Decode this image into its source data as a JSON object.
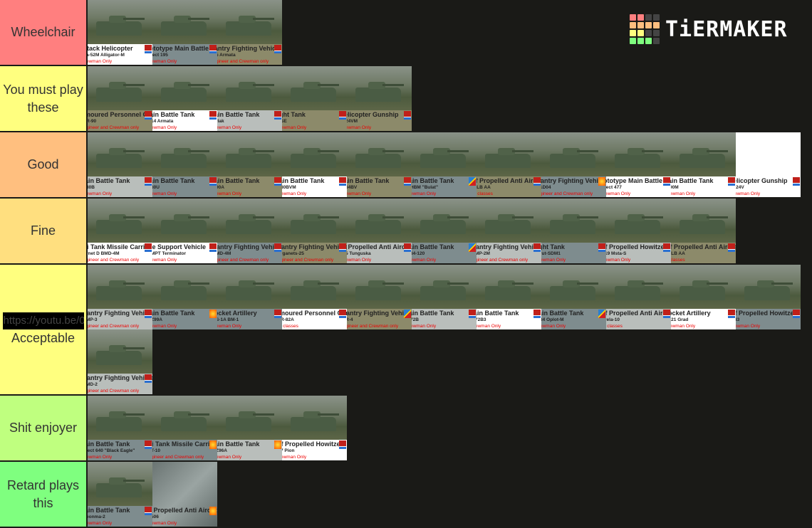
{
  "logo": {
    "text": "TiERMAKER",
    "grid_colors": [
      "#ff7f7f",
      "#ff7f7f",
      "#444",
      "#444",
      "#ffbf7f",
      "#ffbf7f",
      "#ffbf7f",
      "#ffbf7f",
      "#ffff7f",
      "#ffff7f",
      "#444",
      "#444",
      "#7fff7f",
      "#7fff7f",
      "#7fff7f",
      "#444"
    ]
  },
  "tiers": [
    {
      "label": "Wheelchair",
      "color": "#ff7f7f",
      "items": [
        {
          "cls": "ttack Helicopter",
          "name": "a-52M Alligator-M",
          "req": "ewman Only",
          "bg": "white",
          "flag": "red"
        },
        {
          "cls": "ototype Main Battle Tank",
          "name": "ject 195",
          "req": "ewman Only",
          "bg": "slate",
          "flag": "red"
        },
        {
          "cls": "antry Fighting Vehicle",
          "name": "5 Armata",
          "req": "gineer and Crewman only",
          "bg": "olive",
          "flag": "red"
        }
      ]
    },
    {
      "label": "You must play these",
      "color": "#ffff7f",
      "items": [
        {
          "cls": "moured Personnel Carrier",
          "name": "R-90",
          "req": "gineer and Crewman only",
          "bg": "olive",
          "flag": "red"
        },
        {
          "cls": "ain Battle Tank",
          "name": "14 Armata",
          "req": "ewman Only",
          "bg": "white",
          "flag": "red"
        },
        {
          "cls": "ain Battle Tank",
          "name": "rlak",
          "req": "ewman Only",
          "bg": "",
          "flag": "red"
        },
        {
          "cls": "ght Tank",
          "name": "SE",
          "req": "ewman Only",
          "bg": "olive",
          "flag": "red"
        },
        {
          "cls": "elicopter Gunship",
          "name": "24VM",
          "req": "ewman Only",
          "bg": "olive",
          "flag": "red"
        }
      ]
    },
    {
      "label": "Good",
      "color": "#ffbf7f",
      "items": [
        {
          "cls": "ain Battle Tank",
          "name": "80B",
          "req": "ewman Only",
          "bg": "",
          "flag": "red"
        },
        {
          "cls": "ain Battle Tank",
          "name": "80U",
          "req": "ewman Only",
          "bg": "slate",
          "flag": "red"
        },
        {
          "cls": "ain Battle Tank",
          "name": "90A",
          "req": "ewman Only",
          "bg": "olive",
          "flag": "red"
        },
        {
          "cls": "ain Battle Tank",
          "name": "80BVM",
          "req": "ewman Only",
          "bg": "white",
          "flag": "red"
        },
        {
          "cls": "ain Battle Tank",
          "name": "64BV",
          "req": "ewman Only",
          "bg": "olive",
          "flag": "red"
        },
        {
          "cls": "ain Battle Tank",
          "name": "HBM \"Bulat\"",
          "req": "ewman Only",
          "bg": "slate",
          "flag": "diag"
        },
        {
          "cls": "lf Propelled Anti Aircraft",
          "name": "-LB AA",
          "req": "l classes",
          "bg": "olive",
          "flag": "red"
        },
        {
          "cls": "fantry Fighting Vehicle",
          "name": "1D04",
          "req": "gineer and Crewman only",
          "bg": "slate",
          "flag": "fire"
        },
        {
          "cls": "ototype Main Battle Tank",
          "name": "ject 477",
          "req": "ewman Only",
          "bg": "white",
          "flag": "red"
        },
        {
          "cls": "ain Battle Tank",
          "name": "90M",
          "req": "ewman Only",
          "bg": "white",
          "flag": "red"
        },
        {
          "cls": "elicopter Gunship",
          "name": "-24V",
          "req": "ewman Only",
          "bg": "white",
          "flag": "red",
          "blank": true
        }
      ]
    },
    {
      "label": "Fine",
      "color": "#ffdf7f",
      "items": [
        {
          "cls": "ti Tank Missile Carrier",
          "name": "rnet D BMD-4M",
          "req": "gineer and Crewman only",
          "bg": "white",
          "flag": "red"
        },
        {
          "cls": "re Support Vehicle",
          "name": "MPT Terminator",
          "req": "ewman Only",
          "bg": "white",
          "flag": "red"
        },
        {
          "cls": "fantry Fighting Vehicle",
          "name": "MD-4M",
          "req": "gineer and Crewman only",
          "bg": "slate",
          "flag": "red"
        },
        {
          "cls": "fantry Fighting Vehicle",
          "name": "rganets-25",
          "req": "gineer and Crewman only",
          "bg": "olive",
          "flag": "red"
        },
        {
          "cls": "f Propelled Anti Aircraft",
          "name": "5 Tunguska",
          "req": "ewman Only",
          "bg": "",
          "flag": "red"
        },
        {
          "cls": "ain Battle Tank",
          "name": "84-120",
          "req": "ewman Only",
          "bg": "slate",
          "flag": "diag"
        },
        {
          "cls": "fantry Fighting Vehicle",
          "name": "MP-2M",
          "req": "gineer and Crewman only",
          "bg": "",
          "flag": "red"
        },
        {
          "cls": "ght Tank",
          "name": "rut-SDM1",
          "req": "ewman Only",
          "bg": "slate",
          "flag": "red"
        },
        {
          "cls": "lf Propelled Howitzer",
          "name": "19 Msta-S",
          "req": "ewman Only",
          "bg": "",
          "flag": "red"
        },
        {
          "cls": "lf Propelled Anti Aircraft",
          "name": "-LB AA",
          "req": "classes",
          "bg": "olive",
          "flag": "red"
        }
      ]
    },
    {
      "label": "Acceptable",
      "link": "https://youtu.be/00uXEFv114c",
      "color": "#ffff7f",
      "items": [
        {
          "cls": "fantry Fighting Vehicle",
          "name": "MP-3",
          "req": "gineer and Crewman only",
          "bg": "",
          "flag": "red"
        },
        {
          "cls": "ain Battle Tank",
          "name": "Z99A",
          "req": "ewman Only",
          "bg": "slate",
          "flag": "fire"
        },
        {
          "cls": "ocket Artillery",
          "name": "S-1A BM-1",
          "req": "ewman Only",
          "bg": "slate",
          "flag": "red"
        },
        {
          "cls": "moured Personnel Carrier",
          "name": "R-82A",
          "req": "l classes",
          "bg": "white",
          "flag": "red"
        },
        {
          "cls": "fantry Fighting Vehicle",
          "name": "R-4",
          "req": "gineer and Crewman only",
          "bg": "olive",
          "flag": "diag"
        },
        {
          "cls": "ain Battle Tank",
          "name": "72B",
          "req": "ewman Only",
          "bg": "",
          "flag": "red"
        },
        {
          "cls": "ain Battle Tank",
          "name": "72B3",
          "req": "ewman Only",
          "bg": "white",
          "flag": "red"
        },
        {
          "cls": "ain Battle Tank",
          "name": "84 Oplot-M",
          "req": "ewman Only",
          "bg": "slate",
          "flag": "diag"
        },
        {
          "cls": "lf Propelled Anti Aircraft",
          "name": "rela-10",
          "req": "l classes",
          "bg": "",
          "flag": "red"
        },
        {
          "cls": "ocket Artillery",
          "name": "-21 Grad",
          "req": "ewman Only",
          "bg": "white",
          "flag": "red"
        },
        {
          "cls": "lf Propelled Howitzer",
          "name": "43",
          "req": "ewman Only",
          "bg": "slate",
          "flag": "red"
        },
        {
          "cls": "fantry Fighting Vehicle",
          "name": "MD-2",
          "req": "gineer and Crewman only",
          "bg": "",
          "flag": "red"
        }
      ]
    },
    {
      "label": "Shit enjoyer",
      "color": "#bfff7f",
      "items": [
        {
          "cls": "ain Battle Tank",
          "name": "ject 640 \"Black Eagle\"",
          "req": "ewman Only",
          "bg": "slate",
          "flag": "red"
        },
        {
          "cls": "ti Tank Missile Carrier",
          "name": "T-10",
          "req": "gineer and Crewman only",
          "bg": "slate",
          "flag": "fire"
        },
        {
          "cls": "ain Battle Tank",
          "name": "Z96A",
          "req": "ewman Only",
          "bg": "",
          "flag": "fire"
        },
        {
          "cls": "lf Propelled Howitzer",
          "name": "7 Pion",
          "req": "ewman Only",
          "bg": "white",
          "flag": "red"
        }
      ]
    },
    {
      "label": "Retard plays this",
      "color": "#7fff7f",
      "items": [
        {
          "cls": "ain Battle Tank",
          "name": "eonma-2",
          "req": "ewman Only",
          "bg": "slate",
          "flag": "red"
        },
        {
          "cls": "f Propelled Anti Aircraft",
          "name": "506",
          "req": "ewman Only",
          "bg": "slate",
          "flag": "fire",
          "metal": true
        }
      ]
    }
  ]
}
